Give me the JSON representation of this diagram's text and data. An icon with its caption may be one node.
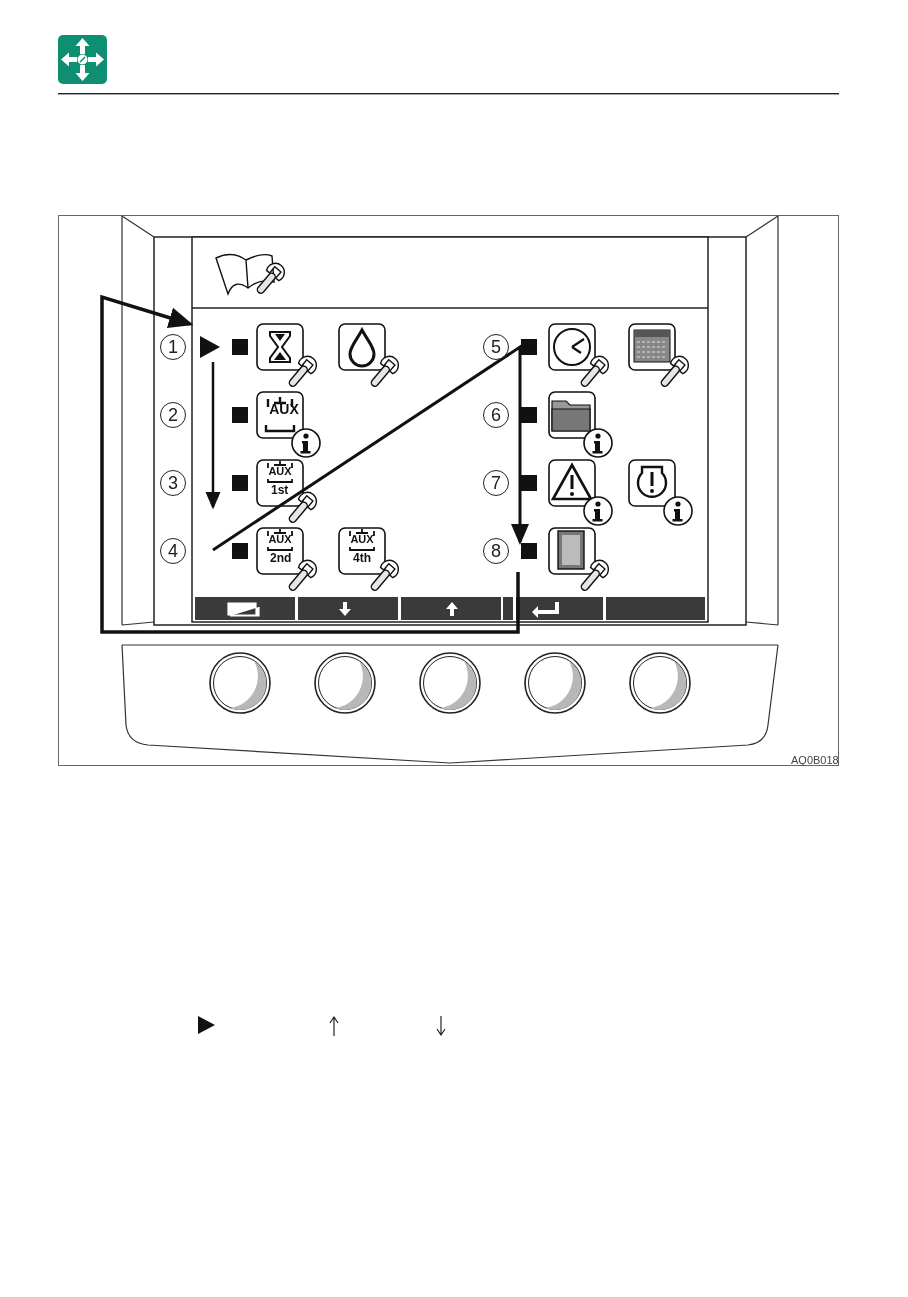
{
  "diagram": {
    "labels": [
      "1",
      "5",
      "2",
      "AUX",
      "6",
      "3",
      "AUX",
      "1st",
      "7",
      "4",
      "AUX",
      "2nd",
      "AUX",
      "4th",
      "8",
      "AQ0B018"
    ]
  }
}
